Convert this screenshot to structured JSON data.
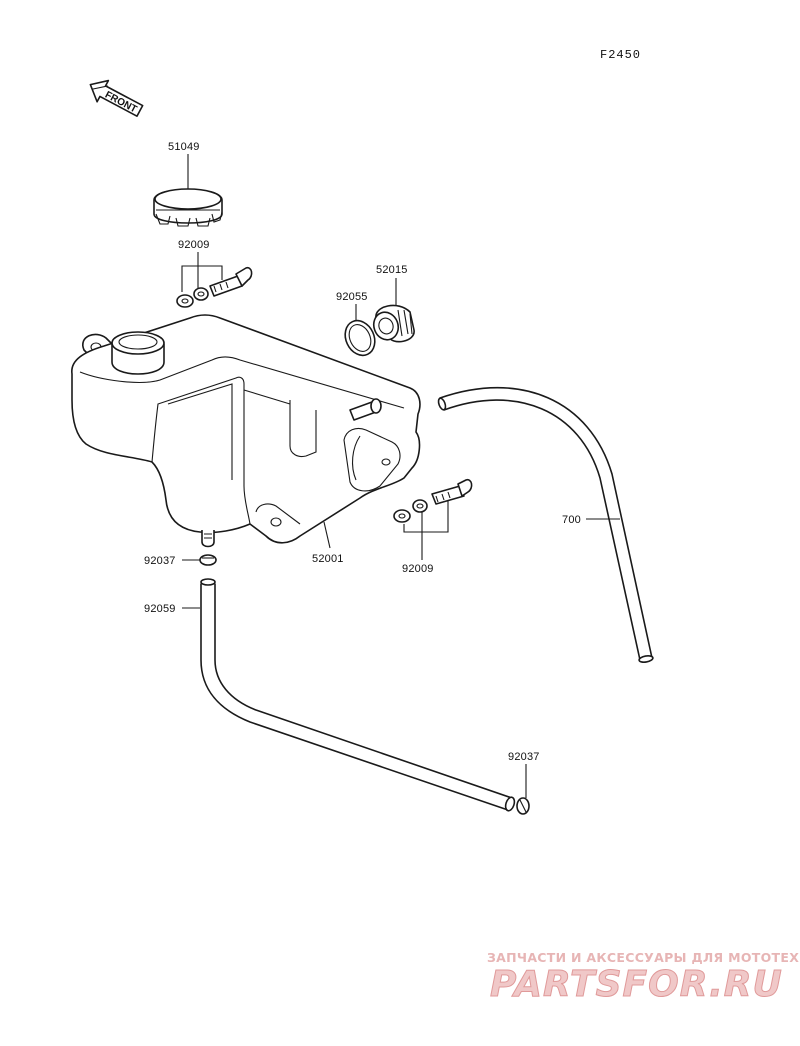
{
  "figure": {
    "id": "F2450"
  },
  "front_indicator": {
    "label": "FRONT"
  },
  "parts": [
    {
      "number": "51049",
      "name": "cap"
    },
    {
      "number": "92009",
      "name": "screw-set-upper"
    },
    {
      "number": "52015",
      "name": "plug"
    },
    {
      "number": "92055",
      "name": "o-ring"
    },
    {
      "number": "52001",
      "name": "tank"
    },
    {
      "number": "92009",
      "name": "screw-set-lower"
    },
    {
      "number": "92037",
      "name": "clamp-upper"
    },
    {
      "number": "92059",
      "name": "hose"
    },
    {
      "number": "700",
      "name": "overflow-hose"
    },
    {
      "number": "92037",
      "name": "clamp-lower"
    }
  ],
  "watermark": {
    "caption": "ЗАПЧАСТИ И АКСЕССУАРЫ ДЛЯ МОТОТЕХНИКИ",
    "logo": "PARTSFOR.RU"
  }
}
